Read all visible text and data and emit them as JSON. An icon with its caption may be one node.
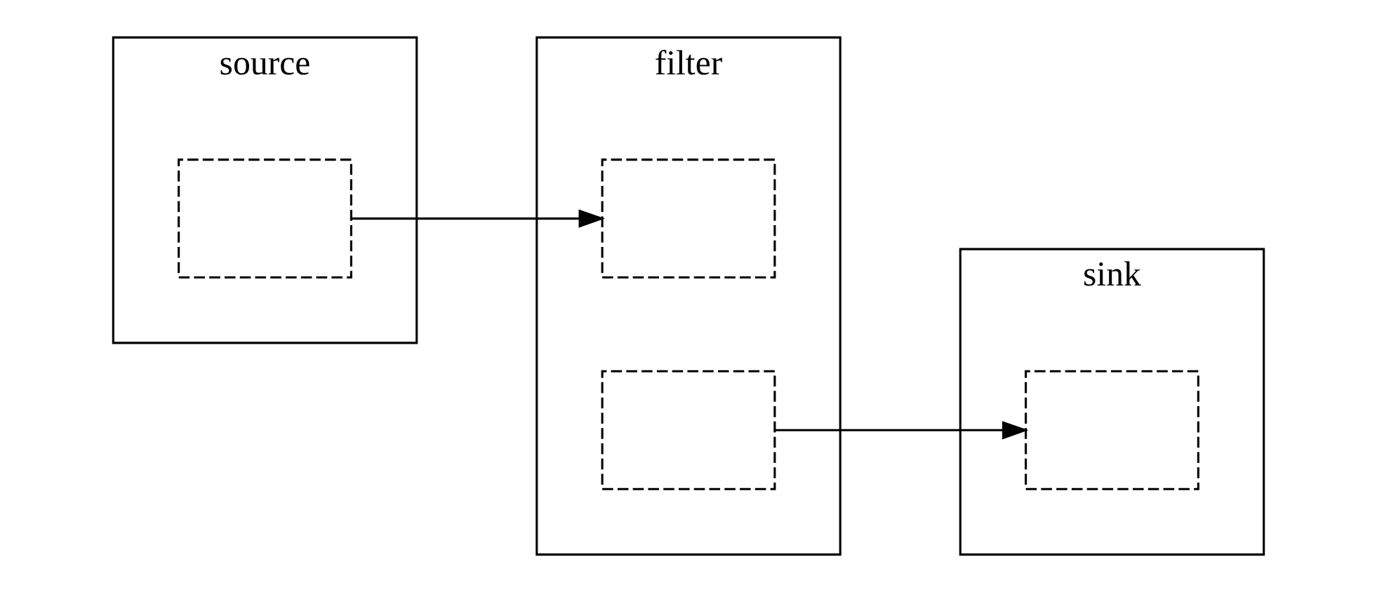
{
  "diagram": {
    "nodes": [
      {
        "text": [
          "source"
        ]
      },
      {
        "text": [],
        "shape": "box",
        "in": 0
      },
      {
        "text": [
          "filter"
        ]
      },
      {
        "text": [],
        "shape": "box",
        "in": 2
      },
      {
        "text": [],
        "shape": "box",
        "in": 2
      },
      {
        "text": [
          "sink"
        ]
      },
      {
        "text": [],
        "shape": "box",
        "in": 5
      }
    ],
    "edges": [
      {
        "from": 1,
        "to": 3,
        "arrow": "to"
      },
      {
        "from": 4,
        "to": 6,
        "arrow": "to"
      }
    ]
  }
}
